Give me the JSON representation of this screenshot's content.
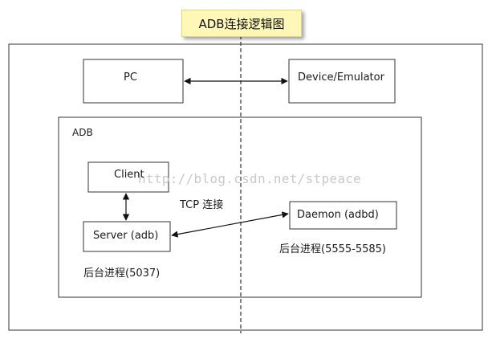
{
  "title": "ADB连接逻辑图",
  "nodes": {
    "pc": "PC",
    "device": "Device/Emulator",
    "adb_group": "ADB",
    "client": "Client",
    "server": "Server (adb)",
    "daemon": "Daemon (adbd)"
  },
  "edges": {
    "tcp_label": "TCP 连接"
  },
  "annotations": {
    "server_port": "后台进程(5037)",
    "daemon_ports": "后台进程(5555-5585)"
  },
  "watermark": "http://blog.csdn.net/stpeace"
}
